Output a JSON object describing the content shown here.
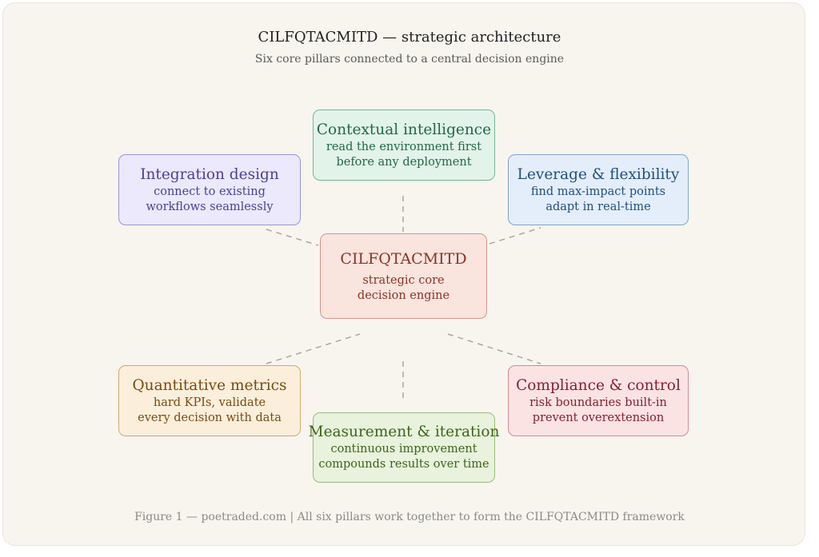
{
  "header": {
    "title": "CILFQTACMITD — strategic architecture",
    "subtitle": "Six core pillars connected to a central decision engine"
  },
  "nodes": {
    "core": {
      "title": "CILFQTACMITD",
      "line1": "strategic core",
      "line2": "decision engine",
      "color": "#8a3424"
    },
    "contextual": {
      "title": "Contextual intelligence",
      "line1": "read the environment first",
      "line2": "before any deployment",
      "color": "#1e6a43"
    },
    "integration": {
      "title": "Integration design",
      "line1": "connect to existing",
      "line2": "workflows seamlessly",
      "color": "#4a3f9a"
    },
    "leverage": {
      "title": "Leverage & flexibility",
      "line1": "find max-impact points",
      "line2": "adapt in real-time",
      "color": "#1f4f82"
    },
    "quantitative": {
      "title": "Quantitative metrics",
      "line1": "hard KPIs, validate",
      "line2": "every decision with data",
      "color": "#7b4a0c"
    },
    "measurement": {
      "title": "Measurement & iteration",
      "line1": "continuous improvement",
      "line2": "compounds results over time",
      "color": "#3c6618"
    },
    "compliance": {
      "title": "Compliance & control",
      "line1": "risk boundaries built-in",
      "line2": "prevent overextension",
      "color": "#8a1d2c"
    }
  },
  "connector_color": "#b0a596",
  "footer": {
    "caption": "Figure 1 — poetraded.com | All six pillars work together to form the CILFQTACMITD framework"
  }
}
